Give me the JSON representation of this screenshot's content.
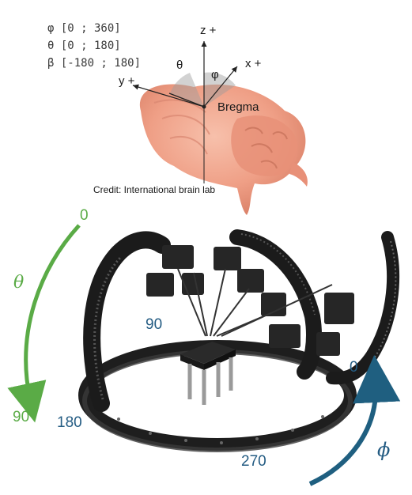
{
  "ranges": {
    "phi": "φ [0 ; 360]",
    "theta": "θ [0 ; 180]",
    "beta": "β [-180 ; 180]"
  },
  "axes": {
    "z": "z +",
    "x": "x +",
    "y": "y +",
    "theta": "θ",
    "phi": "φ",
    "origin": "Bregma"
  },
  "credit": "Credit: International brain lab",
  "rig_labels": {
    "theta_symbol": "θ",
    "theta_start": "0",
    "theta_end": "90",
    "phi_symbol": "ϕ",
    "phi_0": "0",
    "phi_90": "90",
    "phi_180": "180",
    "phi_270": "270"
  },
  "colors": {
    "theta_arrow": "#5aab46",
    "phi_arrow": "#1f5f80",
    "brain": "#f2a890",
    "rig": "#2a2a2a"
  }
}
